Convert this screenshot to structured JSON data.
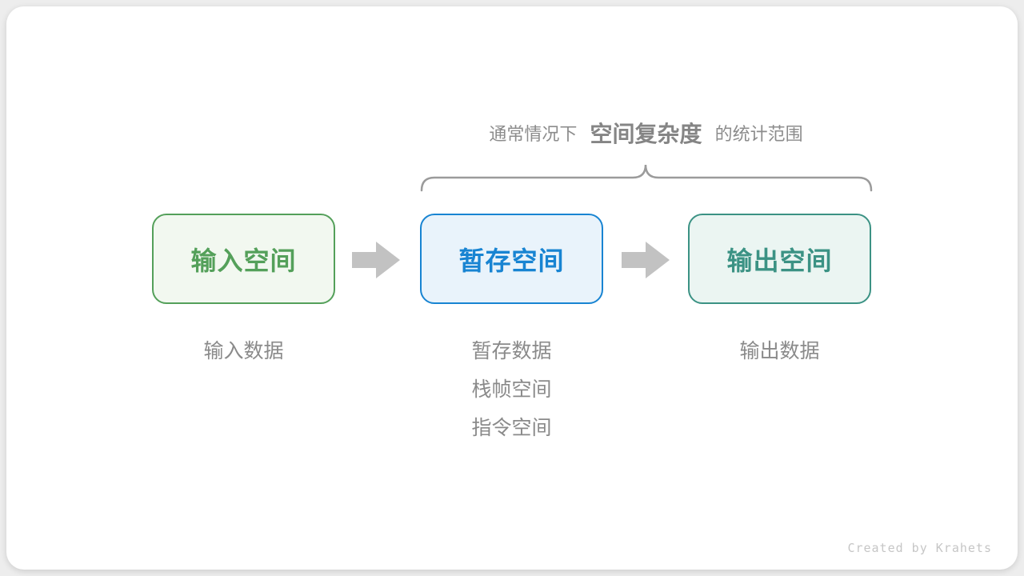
{
  "page": {
    "outer_background": "#ededed",
    "card_background": "#ffffff"
  },
  "caption": {
    "prefix": "通常情况下",
    "highlight": "空间复杂度",
    "suffix": "的统计范围",
    "color": "#8c8c8c",
    "highlight_color": "#858585"
  },
  "brace": {
    "color": "#9b9b9b",
    "spans_boxes": "temp-space,output-space"
  },
  "boxes": [
    {
      "id": "input-space",
      "label": "输入空间",
      "text_color": "#54a05a",
      "border_color": "#54a05a",
      "background": "#f2f8f0"
    },
    {
      "id": "temp-space",
      "label": "暂存空间",
      "text_color": "#1884d2",
      "border_color": "#1884d2",
      "background": "#e9f3fb"
    },
    {
      "id": "output-space",
      "label": "输出空间",
      "text_color": "#3b9284",
      "border_color": "#3b9284",
      "background": "#ebf5f2"
    }
  ],
  "arrows": {
    "color": "#c2c2c2"
  },
  "annotations": [
    {
      "under": "input-space",
      "lines": [
        "输入数据"
      ]
    },
    {
      "under": "temp-space",
      "lines": [
        "暂存数据",
        "栈帧空间",
        "指令空间"
      ]
    },
    {
      "under": "output-space",
      "lines": [
        "输出数据"
      ]
    }
  ],
  "annotation_color": "#8a8a8a",
  "footer": {
    "credit": "Created by Krahets",
    "color": "#c6c6c6"
  }
}
